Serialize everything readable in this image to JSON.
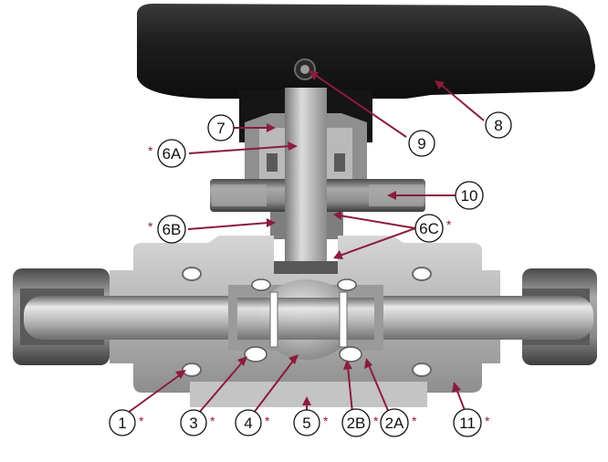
{
  "colors": {
    "accent": "#8b1c3c",
    "metal_light": "#c9c9c9",
    "metal_mid": "#9a9a9a",
    "metal_dark": "#5e5e5e",
    "handle": "#1e1e1e"
  },
  "callouts": {
    "c1": {
      "label": "1",
      "star": "*"
    },
    "c3": {
      "label": "3",
      "star": "*"
    },
    "c4": {
      "label": "4",
      "star": "*"
    },
    "c5": {
      "label": "5",
      "star": "*"
    },
    "c2B": {
      "label": "2B",
      "star": "*"
    },
    "c2A": {
      "label": "2A",
      "star": "*"
    },
    "c11": {
      "label": "11",
      "star": "*"
    },
    "c6A": {
      "label": "6A",
      "star": "*"
    },
    "c6B": {
      "label": "6B",
      "star": "*"
    },
    "c6C": {
      "label": "6C",
      "star": "*"
    },
    "c7": {
      "label": "7"
    },
    "c8": {
      "label": "8"
    },
    "c9": {
      "label": "9"
    },
    "c10": {
      "label": "10"
    }
  }
}
